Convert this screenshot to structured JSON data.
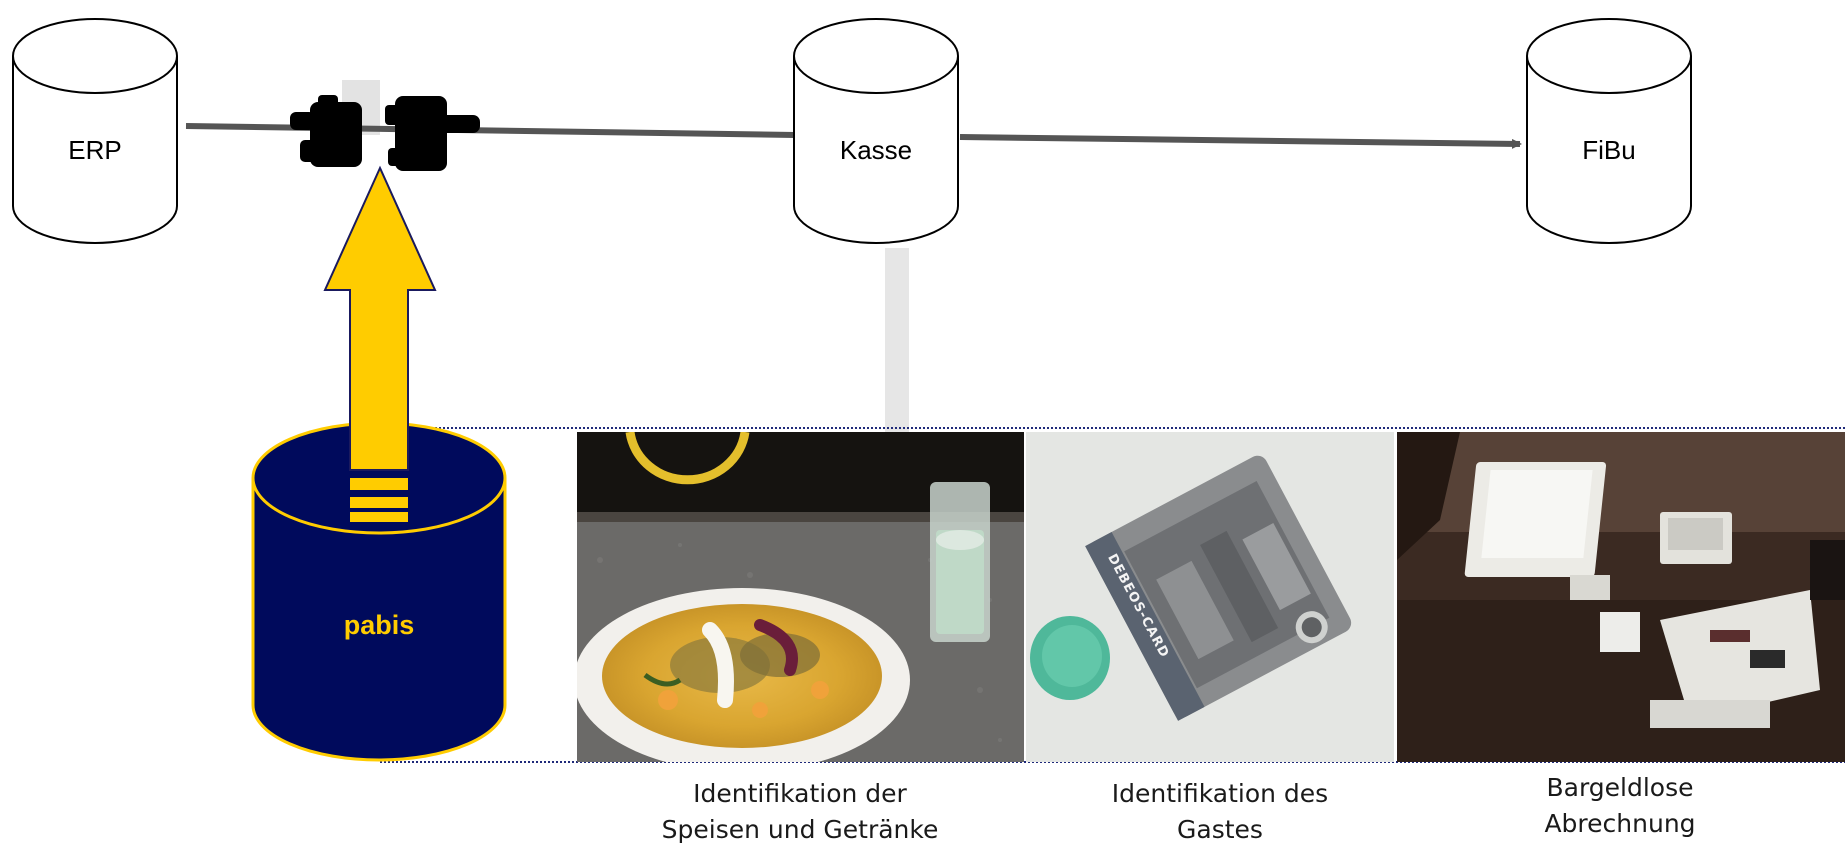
{
  "nodes": {
    "erp": "ERP",
    "kasse": "Kasse",
    "fibu": "FiBu",
    "pabis": "pabis"
  },
  "captions": [
    {
      "line1": "Identifikation der",
      "line2": "Speisen und Getränke",
      "photo": "meal-tray-photo"
    },
    {
      "line1": "Identifikation des",
      "line2": "Gastes",
      "photo": "guest-card-photo"
    },
    {
      "line1": "Bargeldlose",
      "line2": "Abrechnung",
      "photo": "payment-terminal-photo"
    }
  ],
  "photo_texts": {
    "card": "DEBEOS-CARD"
  },
  "colors": {
    "pabis_fill": "#000a5c",
    "pabis_text": "#ffcc00",
    "arrow_fill": "#ffcc00",
    "arrow_stroke": "#1a1a5e",
    "connector": "#555555",
    "guide_line": "#e6e6e6",
    "dotted_border": "#1f2a7a"
  }
}
